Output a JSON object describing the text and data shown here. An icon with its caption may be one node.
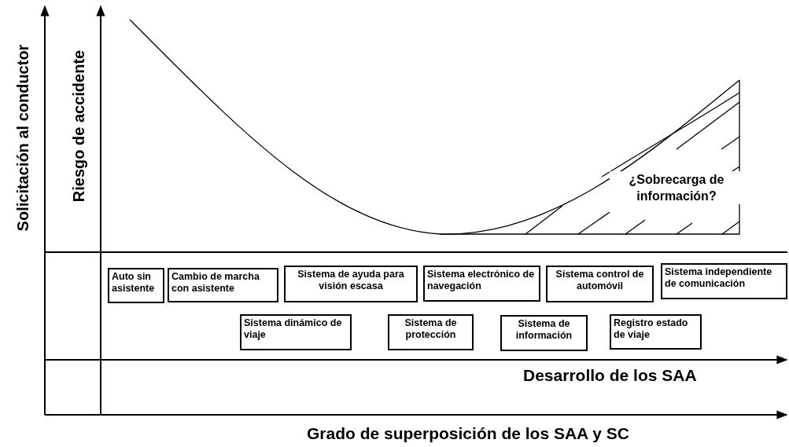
{
  "diagram": {
    "nodes": [
      {
        "text": [
          "Auto sin asistente"
        ]
      },
      {
        "text": [
          "Cambio de marcha con asistente"
        ]
      },
      {
        "text": [
          "Sistema de ayuda para visión escasa"
        ]
      },
      {
        "text": [
          "Sistema electrónico de navegación"
        ]
      },
      {
        "text": [
          "Sistema  control de automóvil"
        ]
      },
      {
        "text": [
          "Sistema independiente de comunicación"
        ]
      },
      {
        "text": [
          "Sistema dinámico de viaje"
        ]
      },
      {
        "text": [
          "Sistema de protección"
        ]
      },
      {
        "text": [
          "Sistema de información"
        ]
      },
      {
        "text": [
          "Registro estado de viaje"
        ]
      }
    ],
    "labels": [
      "Solicitación al conductor",
      "Riesgo de accidente",
      "¿Sobrecarga de información?",
      "Desarrollo de los SAA",
      "Grado de superposición de los SAA y SC"
    ]
  }
}
